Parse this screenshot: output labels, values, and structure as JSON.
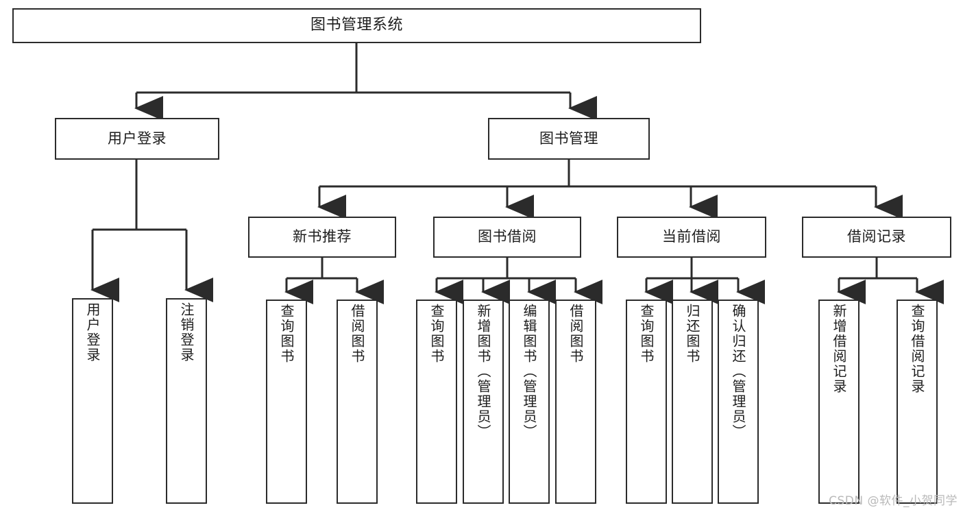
{
  "diagram": {
    "title": "图书管理系统",
    "type": "tree",
    "colors": {
      "box_border": "#2b2b2b",
      "box_fill": "#ffffff",
      "line": "#2b2b2b",
      "text": "#1d1d1d",
      "watermark": "#b9b9b9",
      "background": "#ffffff"
    },
    "watermark": "CSDN @软件_小贺同学",
    "nodes": {
      "root": {
        "label": "图书管理系统"
      },
      "level2": [
        {
          "label": "用户登录"
        },
        {
          "label": "图书管理"
        }
      ],
      "level3": [
        {
          "label": "新书推荐"
        },
        {
          "label": "图书借阅"
        },
        {
          "label": "当前借阅"
        },
        {
          "label": "借阅记录"
        }
      ],
      "leaves": {
        "user_login": [
          {
            "label": "用户登录"
          },
          {
            "label": "注销登录"
          }
        ],
        "new_book_recommend": [
          {
            "label": "查询图书"
          },
          {
            "label": "借阅图书"
          }
        ],
        "book_borrow": [
          {
            "label": "查询图书"
          },
          {
            "label": "新增图书（管理员）"
          },
          {
            "label": "编辑图书（管理员）"
          },
          {
            "label": "借阅图书"
          }
        ],
        "current_borrow": [
          {
            "label": "查询图书"
          },
          {
            "label": "归还图书"
          },
          {
            "label": "确认归还（管理员）"
          }
        ],
        "borrow_records": [
          {
            "label": "新增借阅记录"
          },
          {
            "label": "查询借阅记录"
          }
        ]
      }
    }
  }
}
